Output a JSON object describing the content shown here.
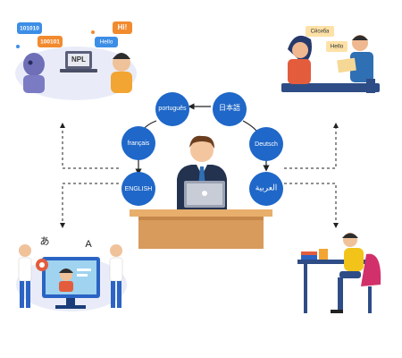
{
  "nlp_scene": {
    "bubble_binary_1": "101010",
    "bubble_binary_2": "100101",
    "bubble_hi": "Hi!",
    "bubble_hello": "Hello",
    "screen_label": "NPL"
  },
  "conversation_scene": {
    "bubble_russian": "Сйсиба",
    "bubble_hello": "Hello"
  },
  "video_scene": {
    "char_japanese": "あ",
    "char_latin": "A"
  },
  "languages": [
    {
      "label": "português"
    },
    {
      "label": "日本語"
    },
    {
      "label": "français"
    },
    {
      "label": "Deutsch"
    },
    {
      "label": "ENGLISH"
    },
    {
      "label": "العربية"
    }
  ],
  "colors": {
    "language_bubble": "#1f67c8",
    "desk": "#e7ae6c",
    "dashed_connector": "#222222"
  }
}
